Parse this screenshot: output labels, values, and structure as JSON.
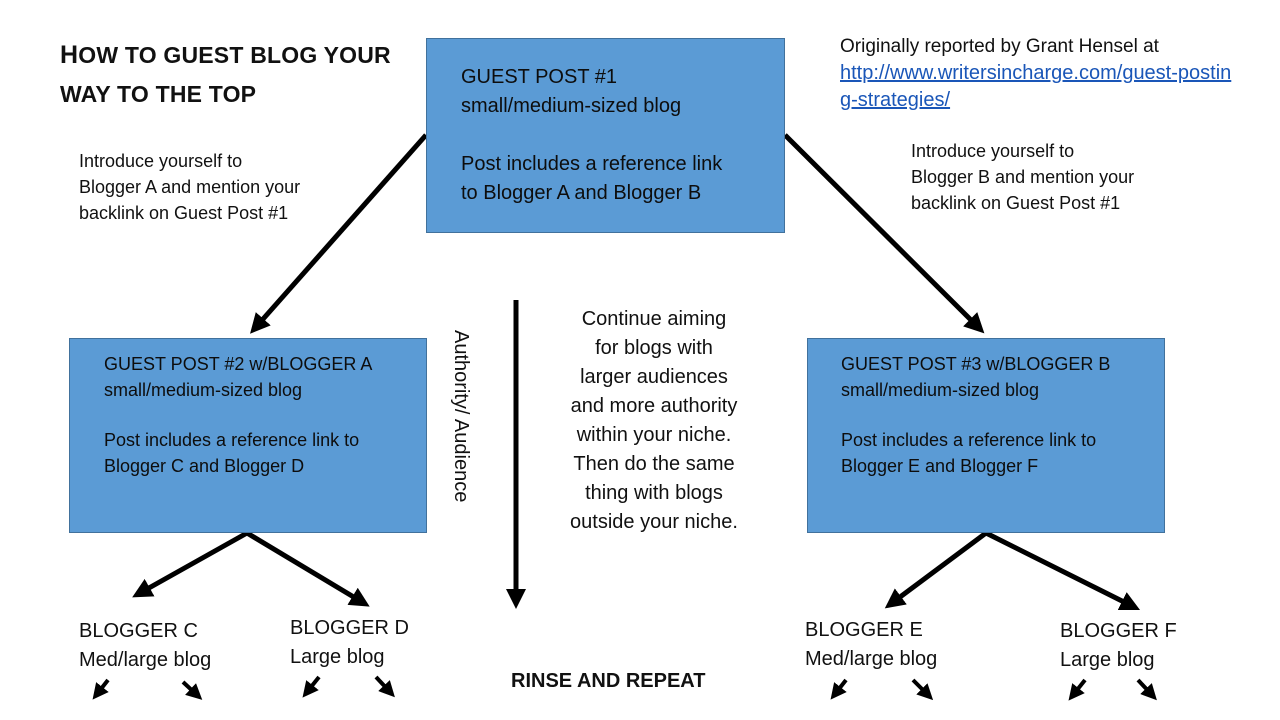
{
  "title": {
    "cap1": "H",
    "rest1": "OW TO GUEST BLOG YOUR",
    "line2": "WAY TO THE TOP"
  },
  "source": {
    "text": "Originally reported by Grant Hensel at",
    "link": "http://www.writersincharge.com/guest-posting-strategies/"
  },
  "box1": {
    "line1": "GUEST POST #1",
    "line2": "small/medium-sized blog",
    "line3": "Post includes a reference link",
    "line4": "to Blogger A and Blogger B"
  },
  "box2": {
    "line1": "GUEST POST #2 w/BLOGGER A",
    "line2": "small/medium-sized blog",
    "line3": "Post includes a reference link to",
    "line4": "Blogger C and Blogger D"
  },
  "box3": {
    "line1": "GUEST POST #3 w/BLOGGER B",
    "line2": "small/medium-sized blog",
    "line3": "Post includes a reference link to",
    "line4": "Blogger E and Blogger F"
  },
  "intro_a": {
    "line1": "Introduce yourself to",
    "line2": "Blogger A and mention your",
    "line3": "backlink on Guest Post #1"
  },
  "intro_b": {
    "line1": "Introduce yourself to",
    "line2": "Blogger B and mention your",
    "line3": "backlink on Guest Post #1"
  },
  "axis_label": "Authority/ Audience",
  "continue_text": "Continue aiming for blogs with larger audiences and more authority within your niche. Then do the same thing with blogs outside your niche.",
  "bloggers": {
    "c": {
      "name": "BLOGGER C",
      "size": "Med/large blog"
    },
    "d": {
      "name": "BLOGGER D",
      "size": "Large blog"
    },
    "e": {
      "name": "BLOGGER E",
      "size": "Med/large blog"
    },
    "f": {
      "name": "BLOGGER F",
      "size": "Large blog"
    }
  },
  "footer": "RINSE AND REPEAT",
  "colors": {
    "box_fill": "#5b9bd5",
    "box_border": "#41719c",
    "arrow": "#000000",
    "link": "#1a56b8"
  }
}
